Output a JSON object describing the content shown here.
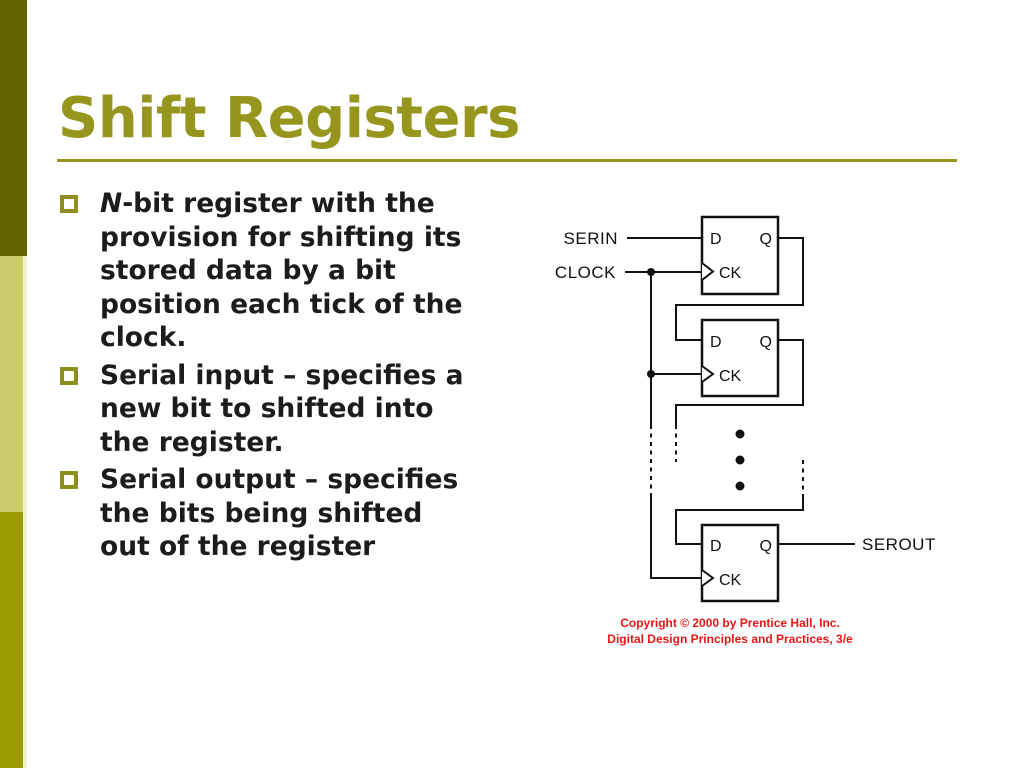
{
  "slide": {
    "title": "Shift Registers",
    "bullets": [
      {
        "italic_prefix": "N",
        "lines": [
          "-bit register with the",
          "provision for shifting its",
          "stored data by a bit",
          "position each tick of the",
          "clock."
        ]
      },
      {
        "italic_prefix": "",
        "lines": [
          "Serial input – specifies a",
          "new bit to shifted into",
          "the register."
        ]
      },
      {
        "italic_prefix": "",
        "lines": [
          "Serial output – specifies",
          "the bits being shifted",
          "out of the register"
        ]
      }
    ],
    "diagram": {
      "labels": {
        "serin": "SERIN",
        "clock": "CLOCK",
        "serout": "SEROUT",
        "d": "D",
        "q": "Q",
        "ck": "CK"
      }
    },
    "copyright": {
      "line1": "Copyright © 2000 by Prentice Hall, Inc.",
      "line2": "Digital Design Principles and Practices, 3/e"
    },
    "colors": {
      "title_olive": "#96961e",
      "bullet_square_olive": "#8f8f1d",
      "sidebar_dark": "#636300",
      "sidebar_light": "#cbcc6d",
      "sidebar_medium": "#9b9b00",
      "body_text": "#1c1c1c",
      "copyright_red": "#e81616"
    }
  }
}
